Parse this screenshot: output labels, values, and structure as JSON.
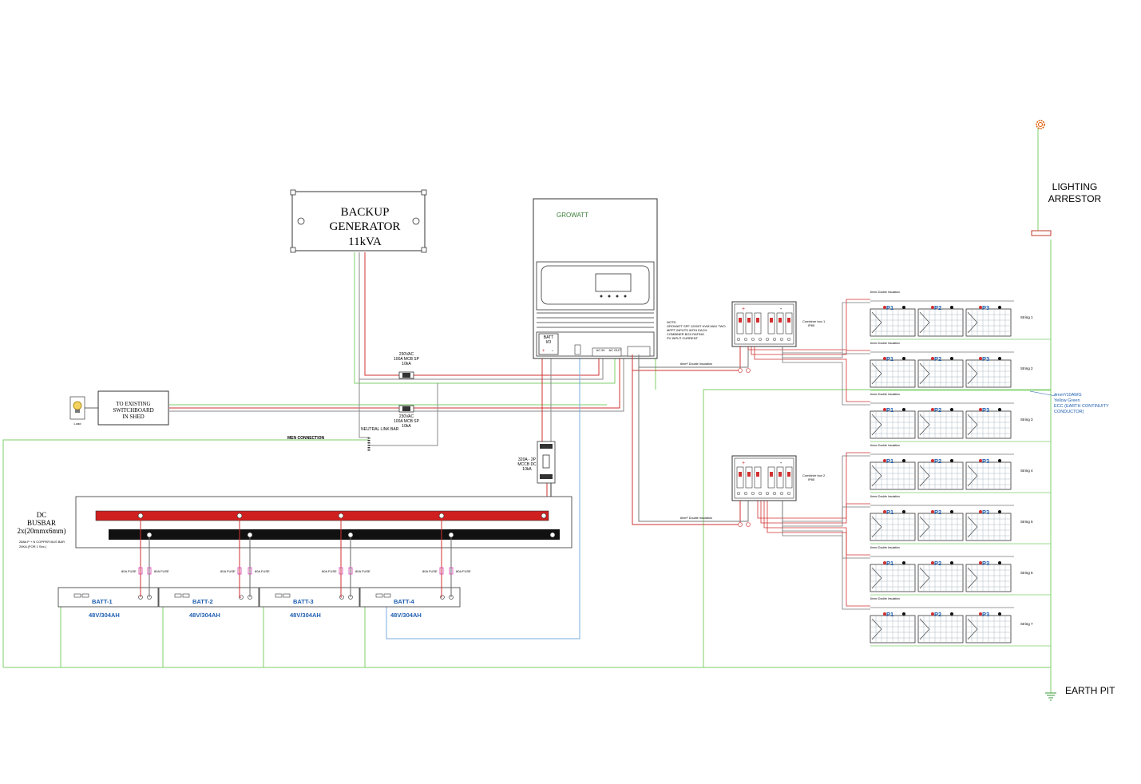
{
  "generator": {
    "line1": "BACKUP",
    "line2": "GENERATOR",
    "line3": "11kVA"
  },
  "inverter": {
    "brand": "GROWATT",
    "batt_io_1": "BATT",
    "batt_io_2": "I/O",
    "port_acin": "AC IN",
    "port_acout": "AC OUT",
    "note": [
      "NOTE:",
      "GROWATT SPF 12000T HVM MAX TWO",
      "MPPT INPUTS WITH EACH",
      "COMBINER BOX RATING",
      "PV INPUT CURRENT"
    ]
  },
  "switchboard": {
    "line1": "TO EXISTING",
    "line2": "SWITCHBOARD",
    "line3": "IN SHED",
    "load": "Load"
  },
  "mcb_gen": {
    "line1": "230VAC",
    "line2": "100A MCB SP",
    "line3": "10kA"
  },
  "mcb_sb": {
    "line1": "230VAC",
    "line2": "100A MCB SP",
    "line3": "10kA"
  },
  "mccb_dc": {
    "line1": "320A - 2P",
    "line2": "MCCB DC",
    "line3": "10kA"
  },
  "neutral_link": "NEUTRAL LINK BAR",
  "men_connection": "MEN CONNECTION",
  "busbar": {
    "line1": "DC",
    "line2": "BUSBAR",
    "line3": "2x(20mmx6mm)",
    "note1": "288A P + N COPPER BUS BAR",
    "note2": "25KA (FOR 1 Sec.)"
  },
  "fuse_label": "80A FUSE",
  "batteries": [
    {
      "name": "BATT-1",
      "rating": "48V/304AH"
    },
    {
      "name": "BATT-2",
      "rating": "48V/304AH"
    },
    {
      "name": "BATT-3",
      "rating": "48V/304AH"
    },
    {
      "name": "BATT-4",
      "rating": "48V/304AH"
    }
  ],
  "combiners": [
    {
      "name": "Combiner box 1",
      "sub": "IP65"
    },
    {
      "name": "Combiner box 2",
      "sub": "IP65"
    }
  ],
  "panels": [
    "P1",
    "P2",
    "P3"
  ],
  "pv_cable": "6mm² Double Insulation",
  "strings": [
    "String 1",
    "String 2",
    "String 3",
    "String 4",
    "String 5",
    "String 6",
    "String 7"
  ],
  "lighting_arrestor": {
    "line1": "LIGHTING",
    "line2": "ARRESTOR"
  },
  "earth_pit": "EARTH PIT",
  "ecc_note": {
    "line1": "4mm²/10AWG",
    "line2": "Yellow Green",
    "line3": "ECC (EARTH CONTINUITY",
    "line4": "CONDUCTOR)"
  }
}
